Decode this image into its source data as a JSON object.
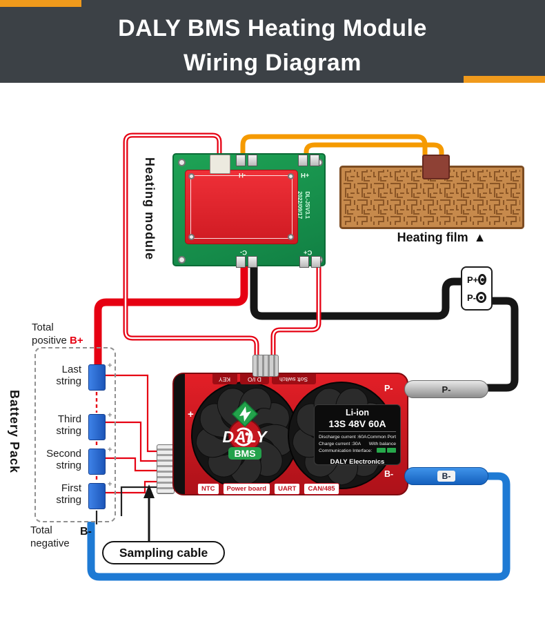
{
  "colors": {
    "header_bg": "#3c4146",
    "accent_orange": "#f09a1c",
    "wire_red": "#e60012",
    "wire_black": "#161616",
    "wire_blue": "#1e7ad4",
    "wire_orange": "#f59a00",
    "pcb_green": "#1ea355",
    "sub_board_red": "#e5252c",
    "bms_red": "#cc1622",
    "film_copper": "#c78a4c",
    "cell_blue": "#2f6fd8"
  },
  "header": {
    "line1": "DALY BMS Heating Module",
    "line2": "Wiring Diagram"
  },
  "module": {
    "label": "Heating module",
    "id1": "DL-JSV3.1",
    "id2": "2022/09/17",
    "pad_mh": "-H",
    "pad_ph": "+H",
    "pad_cm": "C-",
    "pad_cp": "C+"
  },
  "film": {
    "label": "Heating film",
    "marker": "▲"
  },
  "term": {
    "p_plus": "P+",
    "p_minus": "P-"
  },
  "batt": {
    "pack_label": "Battery Pack",
    "tp1": "Total",
    "tp2": "positive",
    "bplus": "B+",
    "tn1": "Total",
    "tn2": "negative",
    "bminus": "B-",
    "cell_plus": "+",
    "strings": [
      {
        "l1": "Last",
        "l2": "string"
      },
      {
        "l1": "Third",
        "l2": "string"
      },
      {
        "l1": "Second",
        "l2": "string"
      },
      {
        "l1": "First",
        "l2": "string"
      }
    ]
  },
  "samp": {
    "label": "Sampling cable"
  },
  "bms": {
    "plus": "+",
    "logo": "DALY",
    "badge": "BMS",
    "top": [
      "KEY",
      "D I/O",
      "Soft switch"
    ],
    "bottom": [
      "NTC",
      "Power board",
      "UART",
      "CAN/485"
    ],
    "pminus": "P-",
    "bminus": "B-",
    "cable_p": "P-",
    "cable_b": "B-",
    "info": {
      "chem": "Li-ion",
      "spec": "13S 48V 60A",
      "r1l": "Discharge current :60A",
      "r1r": "Common Port",
      "r2l": "Charge current :30A",
      "r2r": "With balance",
      "r3l": "Communication Interface:",
      "brand": "DALY Electronics"
    }
  }
}
